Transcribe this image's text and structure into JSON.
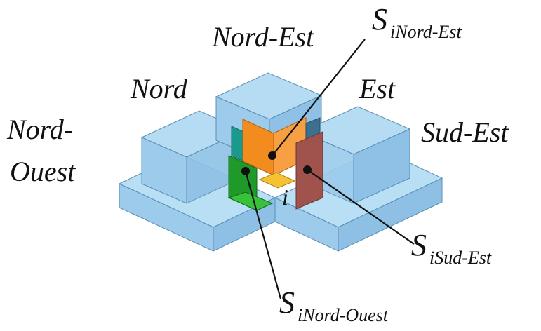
{
  "region_labels": {
    "nord_est": "Nord-Est",
    "nord": "Nord",
    "est": "Est",
    "nord_ouest_line1": "Nord-",
    "nord_ouest_line2": "Ouest",
    "sud_est": "Sud-Est",
    "cell": "i"
  },
  "surface_labels": {
    "nord_est": {
      "main": "S",
      "sub": "iNord-Est"
    },
    "sud_est": {
      "main": "S",
      "sub": "iSud-Est"
    },
    "nord_ouest": {
      "main": "S",
      "sub": "iNord-Ouest"
    }
  },
  "colors": {
    "block_fill": "#a8d4f0",
    "block_stroke": "#5a8fb5",
    "surface_nord_est": "#f28c1e",
    "surface_nord": "#1f9a2a",
    "surface_est": "#a0524c",
    "surface_teal": "#1a9a8a",
    "cell_yellow": "#f6c232"
  }
}
